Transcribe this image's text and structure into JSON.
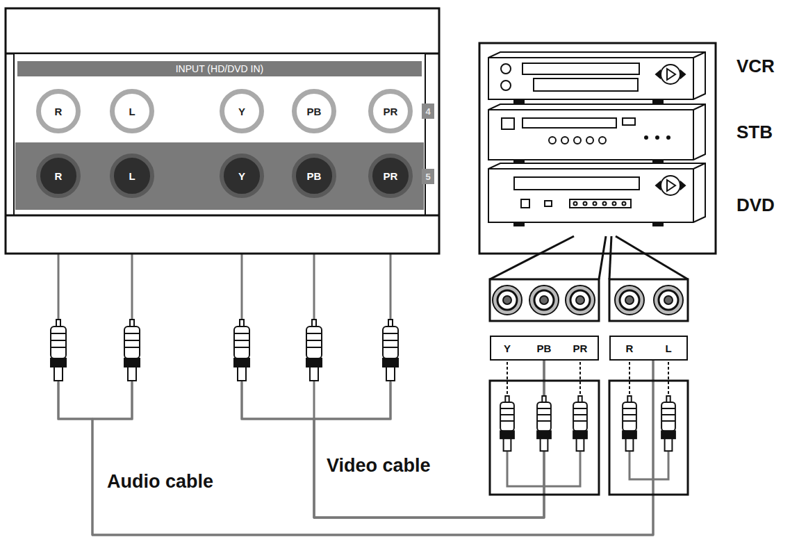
{
  "diagram": {
    "nodes": [
      {
        "text": [
          "INPUT (HD/DVD IN)"
        ]
      },
      {
        "text": [
          "R"
        ],
        "in": 0
      },
      {
        "text": [
          "L"
        ],
        "in": 0
      },
      {
        "text": [
          "Y"
        ],
        "in": 0
      },
      {
        "text": [
          "PB"
        ],
        "in": 0
      },
      {
        "text": [
          "PR"
        ],
        "in": 0
      },
      {
        "text": [
          "R"
        ],
        "in": 0
      },
      {
        "text": [
          "L"
        ],
        "in": 0
      },
      {
        "text": [
          "Y"
        ],
        "in": 0
      },
      {
        "text": [
          "PB"
        ],
        "in": 0
      },
      {
        "text": [
          "PR"
        ],
        "in": 0
      },
      {
        "text": [
          "VCR"
        ]
      },
      {
        "text": [
          "STB"
        ]
      },
      {
        "text": [
          "DVD"
        ]
      },
      {
        "text": [
          "Y",
          "PB",
          "PR"
        ]
      },
      {
        "text": [
          "R",
          "L"
        ]
      }
    ],
    "edges": [
      {
        "from": 6,
        "to": 15,
        "arrow": "none",
        "label": "Audio cable"
      },
      {
        "from": 7,
        "to": 15,
        "arrow": "none"
      },
      {
        "from": 8,
        "to": 14,
        "arrow": "none",
        "label": "Video cable"
      },
      {
        "from": 9,
        "to": 14,
        "arrow": "none"
      },
      {
        "from": 10,
        "to": 14,
        "arrow": "none"
      }
    ],
    "labels": [
      "4",
      "5"
    ]
  }
}
